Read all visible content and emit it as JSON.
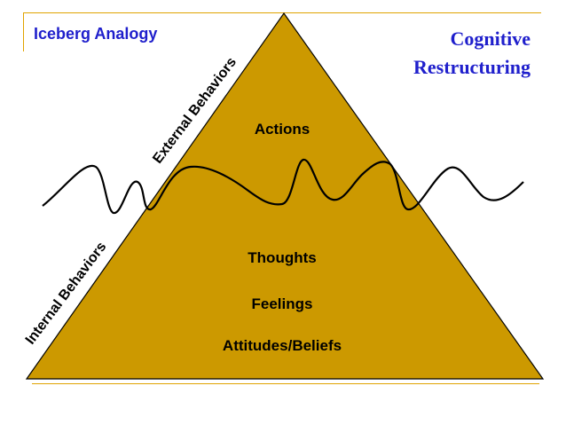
{
  "header": {
    "corner_label": "Iceberg Analogy",
    "title_line1": "Cognitive",
    "title_line2": "Restructuring"
  },
  "diagram": {
    "above_water": {
      "label": "Actions",
      "side_label": "External Behaviors"
    },
    "below_water": {
      "items": [
        "Thoughts",
        "Feelings",
        "Attitudes/Beliefs"
      ],
      "side_label": "Internal Behaviors"
    }
  },
  "colors": {
    "pyramid_fill": "#cc9900",
    "outline": "#000000",
    "title_text": "#1f1fcc",
    "rule": "#e0a300"
  }
}
